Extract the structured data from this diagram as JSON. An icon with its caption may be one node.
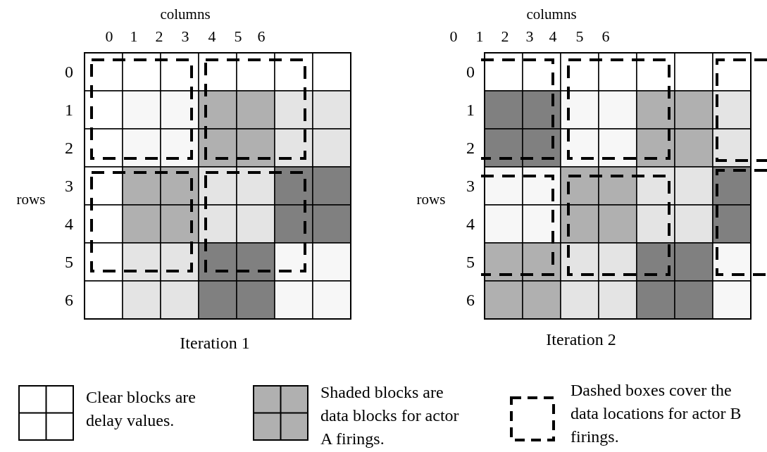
{
  "diagram": {
    "labels": [
      "columns",
      "0",
      "1",
      "2",
      "3",
      "4",
      "5",
      "6",
      "rows",
      "0",
      "1",
      "2",
      "3",
      "4",
      "5",
      "6",
      "Iteration 1",
      "columns",
      "0",
      "1",
      "2",
      "3",
      "4",
      "5",
      "6",
      "rows",
      "0",
      "1",
      "2",
      "3",
      "4",
      "5",
      "6",
      "Iteration 2"
    ],
    "legend": [
      {
        "text": "Clear blocks are delay values.",
        "color": "#ffffff"
      },
      {
        "text": "Shaded blocks are data blocks for actor A firings.",
        "color": "#b0b0b0"
      },
      {
        "text": "Dashed boxes cover the data locations for actor B firings."
      }
    ]
  }
}
